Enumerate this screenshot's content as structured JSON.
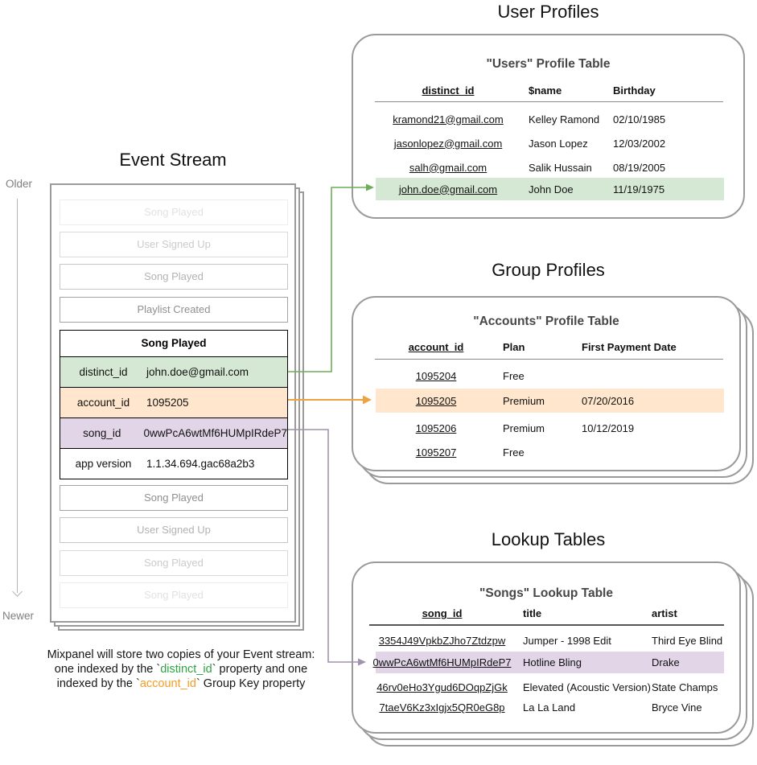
{
  "timeline": {
    "older_label": "Older",
    "newer_label": "Newer"
  },
  "event_stream": {
    "title": "Event Stream",
    "events_before": [
      "Song Played",
      "User Signed Up",
      "Song Played",
      "Playlist Created"
    ],
    "selected_event": {
      "name": "Song Played",
      "properties": [
        {
          "key": "distinct_id",
          "value": "john.doe@gmail.com",
          "highlight": "green"
        },
        {
          "key": "account_id",
          "value": "1095205",
          "highlight": "orange"
        },
        {
          "key": "song_id",
          "value": "0wwPcA6wtMf6HUMpIRdeP7",
          "highlight": "purple"
        },
        {
          "key": "app version",
          "value": "1.1.34.694.gac68a2b3",
          "highlight": "none"
        }
      ]
    },
    "events_after": [
      "Song Played",
      "User Signed Up",
      "Song Played",
      "Song Played"
    ]
  },
  "user_profiles": {
    "section_title": "User Profiles",
    "table_title": "\"Users\" Profile Table",
    "columns": [
      "distinct_id",
      "$name",
      "Birthday"
    ],
    "rows": [
      {
        "distinct_id": "kramond21@gmail.com",
        "name": "Kelley Ramond",
        "birthday": "02/10/1985"
      },
      {
        "distinct_id": "jasonlopez@gmail.com",
        "name": "Jason Lopez",
        "birthday": "12/03/2002"
      },
      {
        "distinct_id": "salh@gmail.com",
        "name": "Salik Hussain",
        "birthday": "08/19/2005"
      },
      {
        "distinct_id": "john.doe@gmail.com",
        "name": "John Doe",
        "birthday": "11/19/1975"
      }
    ],
    "highlighted_row": "john.doe@gmail.com"
  },
  "group_profiles": {
    "section_title": "Group Profiles",
    "table_title": "\"Accounts\" Profile Table",
    "columns": [
      "account_id",
      "Plan",
      "First Payment Date"
    ],
    "rows": [
      {
        "account_id": "1095204",
        "plan": "Free",
        "first_payment_date": ""
      },
      {
        "account_id": "1095205",
        "plan": "Premium",
        "first_payment_date": "07/20/2016"
      },
      {
        "account_id": "1095206",
        "plan": "Premium",
        "first_payment_date": "10/12/2019"
      },
      {
        "account_id": "1095207",
        "plan": "Free",
        "first_payment_date": ""
      }
    ],
    "highlighted_row": "1095205"
  },
  "lookup_tables": {
    "section_title": "Lookup Tables",
    "table_title": "\"Songs\" Lookup Table",
    "columns": [
      "song_id",
      "title",
      "artist"
    ],
    "rows": [
      {
        "song_id": "3354J49VpkbZJho7Ztdzpw",
        "title": "Jumper - 1998 Edit",
        "artist": "Third Eye Blind"
      },
      {
        "song_id": "0wwPcA6wtMf6HUMpIRdeP7",
        "title": "Hotline Bling",
        "artist": "Drake"
      },
      {
        "song_id": "46rv0eHo3Ygud6DOqpZjGk",
        "title": "Elevated (Acoustic Version)",
        "artist": "State Champs"
      },
      {
        "song_id": "7taeV6Kz3xIgjx5QR0eG8p",
        "title": "La La Land",
        "artist": "Bryce Vine"
      }
    ],
    "highlighted_row": "0wwPcA6wtMf6HUMpIRdeP7"
  },
  "caption": {
    "line1": "Mixpanel will store two copies of your Event stream:",
    "line2_pre": "one indexed by the `",
    "line2_key": "distinct_id",
    "line2_post": "` property and one",
    "line3_pre": "indexed by the `",
    "line3_key": "account_id",
    "line3_post": "` Group Key property"
  },
  "colors": {
    "green_highlight": "#d5e8d4",
    "orange_highlight": "#ffe6cc",
    "purple_highlight": "#e1d5e7",
    "green_accent": "#2fa344",
    "orange_accent": "#f59d25",
    "green_arrow": "#6fae58",
    "orange_arrow": "#eea33e",
    "purple_arrow": "#a192ab",
    "card_border": "#9a9a9a"
  }
}
